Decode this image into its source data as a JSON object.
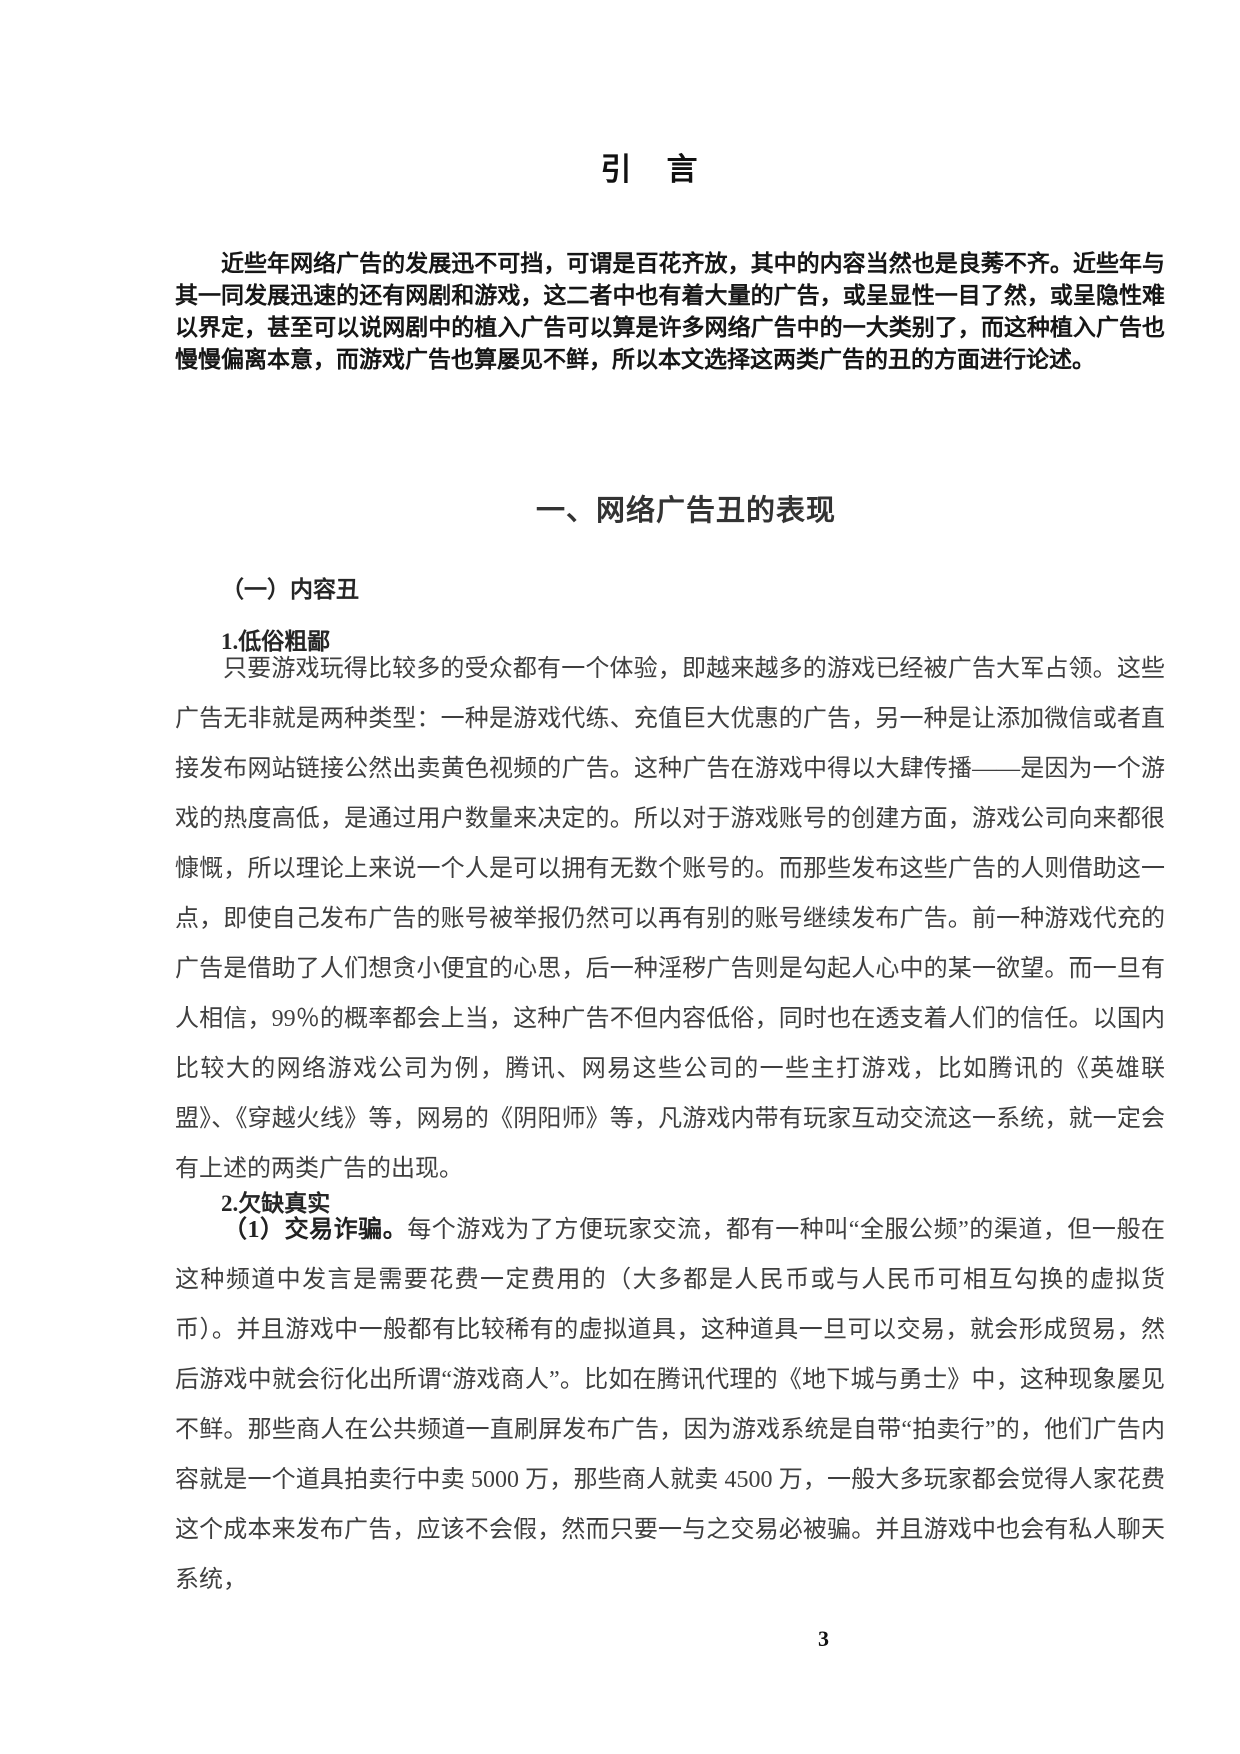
{
  "page": {
    "number": "3"
  },
  "document": {
    "title": "引　言",
    "intro": "近些年网络广告的发展迅不可挡，可谓是百花齐放，其中的内容当然也是良莠不齐。近些年与其一同发展迅速的还有网剧和游戏，这二者中也有着大量的广告，或呈显性一目了然，或呈隐性难以界定，甚至可以说网剧中的植入广告可以算是许多网络广告中的一大类别了，而这种植入广告也慢慢偏离本意，而游戏广告也算屡见不鲜，所以本文选择这两类广告的丑的方面进行论述。",
    "section1": {
      "heading": "一、网络广告丑的表现",
      "sub1": {
        "heading": "（一）内容丑",
        "item1": {
          "heading": "1.低俗粗鄙",
          "body": "只要游戏玩得比较多的受众都有一个体验，即越来越多的游戏已经被广告大军占领。这些广告无非就是两种类型：一种是游戏代练、充值巨大优惠的广告，另一种是让添加微信或者直接发布网站链接公然出卖黄色视频的广告。这种广告在游戏中得以大肆传播——是因为一个游戏的热度高低，是通过用户数量来决定的。所以对于游戏账号的创建方面，游戏公司向来都很慷慨，所以理论上来说一个人是可以拥有无数个账号的。而那些发布这些广告的人则借助这一点，即使自己发布广告的账号被举报仍然可以再有别的账号继续发布广告。前一种游戏代充的广告是借助了人们想贪小便宜的心思，后一种淫秽广告则是勾起人心中的某一欲望。而一旦有人相信，99％的概率都会上当，这种广告不但内容低俗，同时也在透支着人们的信任。以国内比较大的网络游戏公司为例，腾讯、网易这些公司的一些主打游戏，比如腾讯的《英雄联盟》、《穿越火线》等，网易的《阴阳师》等，凡游戏内带有玩家互动交流这一系统，就一定会有上述的两类广告的出现。"
        },
        "item2": {
          "heading": "2.欠缺真实",
          "point1": {
            "lead": "（1）交易诈骗。",
            "body": "每个游戏为了方便玩家交流，都有一种叫“全服公频”的渠道，但一般在这种频道中发言是需要花费一定费用的（大多都是人民币或与人民币可相互勾换的虚拟货币）。并且游戏中一般都有比较稀有的虚拟道具，这种道具一旦可以交易，就会形成贸易，然后游戏中就会衍化出所谓“游戏商人”。比如在腾讯代理的《地下城与勇士》中，这种现象屡见不鲜。那些商人在公共频道一直刷屏发布广告，因为游戏系统是自带“拍卖行”的，他们广告内容就是一个道具拍卖行中卖 5000 万，那些商人就卖 4500 万，一般大多玩家都会觉得人家花费这个成本来发布广告，应该不会假，然而只要一与之交易必被骗。并且游戏中也会有私人聊天系统，"
          }
        }
      }
    }
  }
}
